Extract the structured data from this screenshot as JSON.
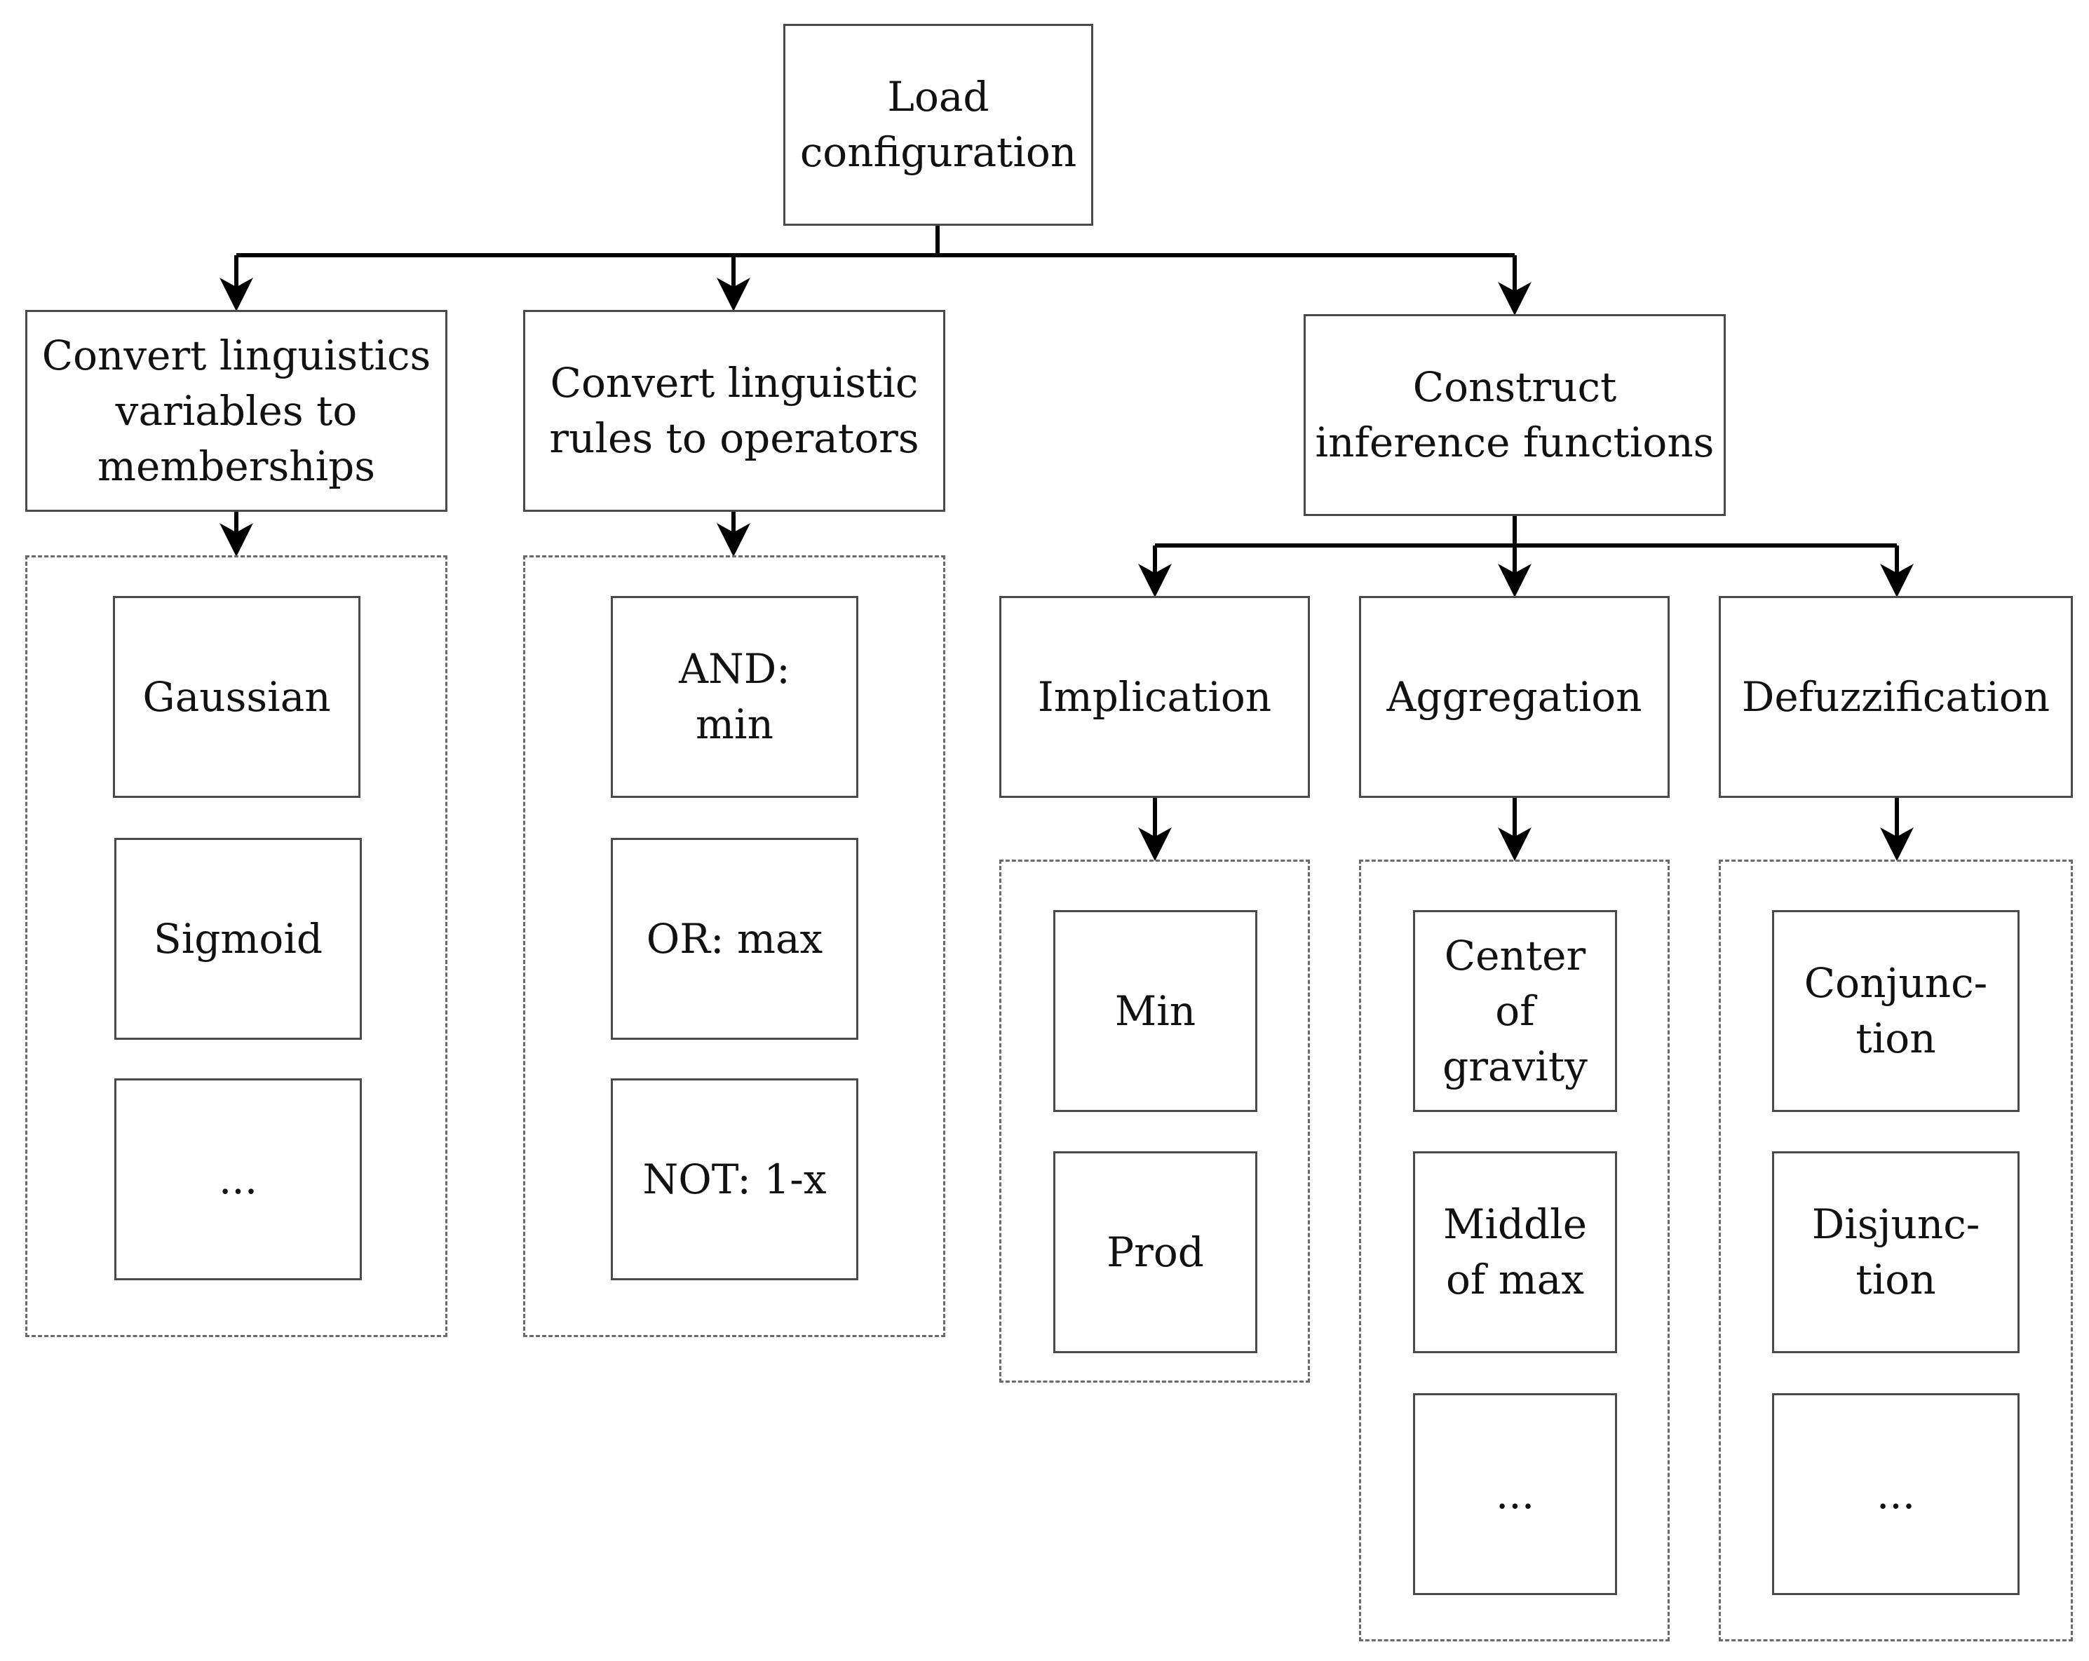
{
  "diagram": {
    "root": {
      "label": "Load\nconfiguration"
    },
    "branches": [
      {
        "label": "Convert linguistics\nvariables to\nmemberships",
        "items": [
          "Gaussian",
          "Sigmoid",
          "..."
        ]
      },
      {
        "label": "Convert linguistic\nrules to operators",
        "items": [
          "AND:\nmin",
          "OR: max",
          "NOT: 1-x"
        ]
      },
      {
        "label": "Construct\ninference functions",
        "children": [
          {
            "label": "Implication",
            "items": [
              "Min",
              "Prod"
            ]
          },
          {
            "label": "Aggregation",
            "items": [
              "Center\nof\ngravity",
              "Middle\nof max",
              "..."
            ]
          },
          {
            "label": "Defuzzification",
            "items": [
              "Conjunc-\ntion",
              "Disjunc-\ntion",
              "..."
            ]
          }
        ]
      }
    ]
  },
  "colors": {
    "line": "#000000",
    "border": "#4a4a4a",
    "dashed": "#6a6a6a"
  }
}
